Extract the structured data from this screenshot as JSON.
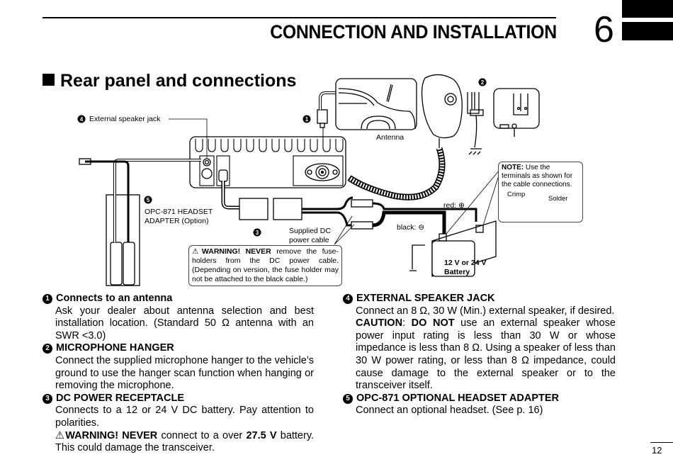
{
  "header": {
    "chapter_title": "CONNECTION AND INSTALLATION",
    "chapter_number": "6"
  },
  "section": {
    "title": "Rear panel and connections",
    "bullet_icon": "black-square-icon"
  },
  "diagram": {
    "labels": {
      "external_speaker_jack": "External speaker jack",
      "antenna": "Antenna",
      "headset_adapter_line1": "OPC-871 HEADSET",
      "headset_adapter_line2": "ADAPTER (Option)",
      "dc_cable_line1": "Supplied DC",
      "dc_cable_line2": "power cable",
      "red": "red: ⊕",
      "black": "black: ⊖",
      "battery_line1": "12 V or 24 V",
      "battery_line2": "Battery",
      "crimp": "Crimp",
      "solder": "Solder"
    },
    "callouts": {
      "n1": "1",
      "n2": "2",
      "n3": "3",
      "n4": "4",
      "n5": "5"
    },
    "warning_box": {
      "icon": "⚠",
      "bold": "WARNING! NEVER",
      "text": " remove the fuse-holders from the DC power cable. (Depending on version, the fuse holder may not be attached to the black cable.)"
    },
    "note_box": {
      "bold": "NOTE:",
      "text": " Use the terminals as shown for the cable connections."
    }
  },
  "items": [
    {
      "num": "1",
      "title": "Connects to an antenna",
      "body": "Ask your dealer about antenna selection and best installation location. (Standard 50 Ω antenna with an SWR <3.0)"
    },
    {
      "num": "2",
      "title": "MICROPHONE HANGER",
      "body": "Connect the supplied microphone hanger to the vehicle’s ground to use the hanger scan function when hanging or removing the microphone."
    },
    {
      "num": "3",
      "title": "DC POWER RECEPTACLE",
      "body": "Connects to a 12 or 24 V DC battery. Pay attention to polarities.",
      "warning_icon": "⚠",
      "warning_bold": "WARNING! NEVER",
      "warning_mid": " connect to a over ",
      "warning_value": "27.5 V",
      "warning_end": " battery. This could damage the transceiver."
    },
    {
      "num": "4",
      "title": "EXTERNAL SPEAKER JACK",
      "body": "Connect an 8 Ω, 30 W (Min.) external speaker, if desired.",
      "caution_bold1": "CAUTION",
      "caution_sep": ": ",
      "caution_bold2": "DO NOT",
      "caution_text": " use an external speaker whose power input rating is less than 30 W or whose impedance is less than 8 Ω. Using a speaker of less than 30 W power rating, or less than 8 Ω impedance, could cause damage to the external speaker or to the transceiver itself."
    },
    {
      "num": "5",
      "title": "OPC-871 OPTIONAL HEADSET ADAPTER",
      "body": "Connect an optional headset. (See p. 16)"
    }
  ],
  "footer": {
    "page_number": "12"
  }
}
